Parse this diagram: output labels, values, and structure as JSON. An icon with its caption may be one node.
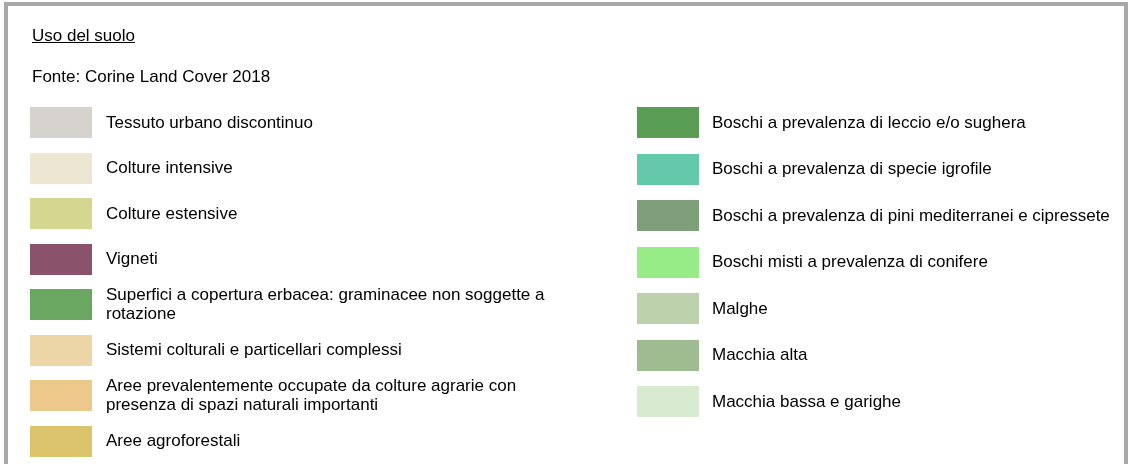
{
  "diagram": {
    "title": "Uso del suolo",
    "labels": [
      "Fonte: Corine Land Cover 2018"
    ],
    "legend": [
      {
        "text": "Tessuto urbano discontinuo",
        "color": "#d6d3cf"
      },
      {
        "text": "Colture intensive",
        "color": "#ece6d2"
      },
      {
        "text": "Colture estensive",
        "color": "#d5d68f"
      },
      {
        "text": "Vigneti",
        "color": "#8b536b"
      },
      {
        "text": "Superfici a copertura erbacea: graminacee non soggette a rotazione",
        "color": "#6aa862"
      },
      {
        "text": "Sistemi colturali e particellari complessi",
        "color": "#ecd6a8"
      },
      {
        "text": "Aree prevalentemente occupate da colture agrarie con presenza di spazi naturali importanti",
        "color": "#ecc98a"
      },
      {
        "text": "Aree agroforestali",
        "color": "#dcc46c"
      },
      {
        "text": "Boschi a prevalenza di leccio e/o sughera",
        "color": "#5a9e55"
      },
      {
        "text": "Boschi a prevalenza di specie igrofile",
        "color": "#64c9ab"
      },
      {
        "text": "Boschi a prevalenza di pini mediterranei e cipressete",
        "color": "#7f9e7a"
      },
      {
        "text": "Boschi misti a prevalenza di conifere",
        "color": "#98ec88"
      },
      {
        "text": "Malghe",
        "color": "#bcd2ac"
      },
      {
        "text": "Macchia alta",
        "color": "#9fbb90"
      },
      {
        "text": "Macchia bassa e garighe",
        "color": "#d8ebd0"
      }
    ]
  }
}
